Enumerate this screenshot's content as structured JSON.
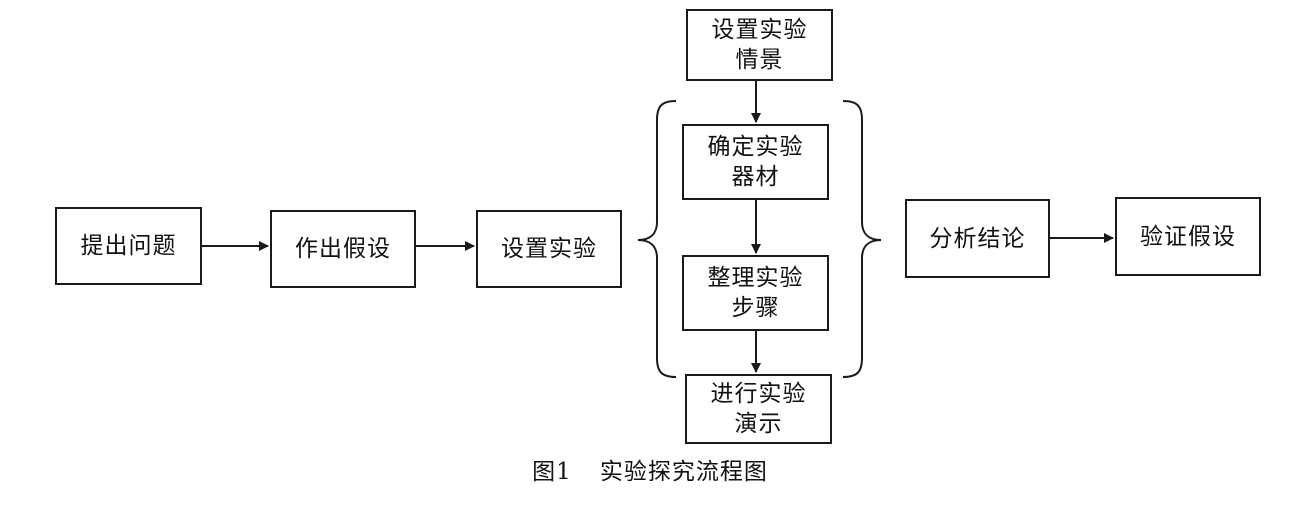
{
  "nodes": {
    "ask_question": "提出问题",
    "make_hypothesis": "作出假设",
    "design_experiment": "设置实验",
    "set_scene": [
      "设置实验",
      "情景"
    ],
    "determine_equipment": [
      "确定实验",
      "器材"
    ],
    "arrange_steps": [
      "整理实验",
      "步骤"
    ],
    "conduct_demo": [
      "进行实验",
      "演示"
    ],
    "analyze_conclusion": "分析结论",
    "verify_hypothesis": "验证假设"
  },
  "caption": {
    "number": "图1",
    "title": "实验探究流程图"
  },
  "colors": {
    "stroke": "#1a1a1a",
    "text": "#111111",
    "background": "#ffffff"
  }
}
